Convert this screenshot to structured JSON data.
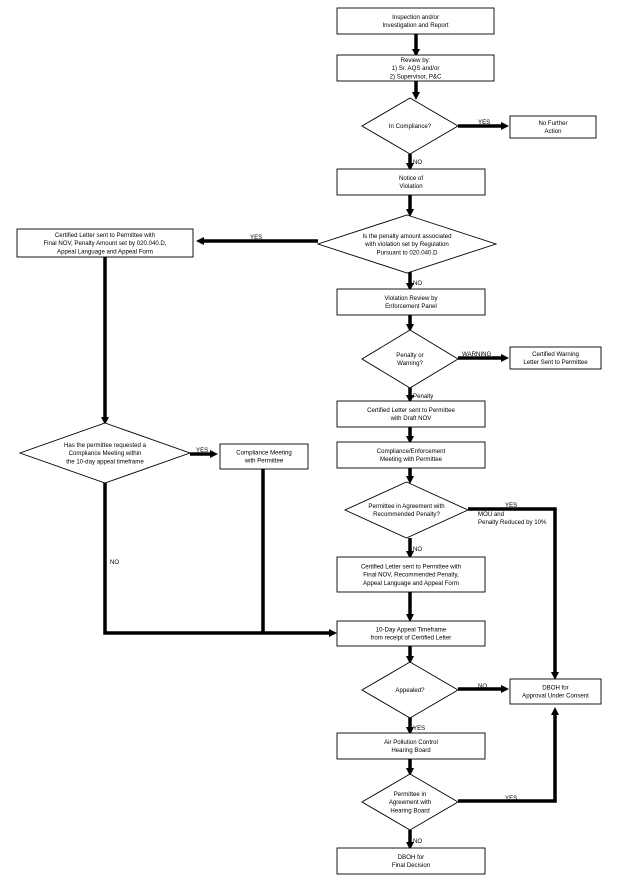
{
  "nodes": [
    {
      "id": "inspection",
      "shape": "box",
      "lines": [
        "Inspection and/or",
        "Investigation and Report"
      ]
    },
    {
      "id": "review",
      "shape": "box",
      "lines": [
        "Review by:",
        "1) Sr. AQS and/or",
        "2) Supervisor, P&C"
      ]
    },
    {
      "id": "in-compliance",
      "shape": "diamond",
      "lines": [
        "In Compliance?"
      ]
    },
    {
      "id": "no-further-action",
      "shape": "box",
      "lines": [
        "No Further",
        "Action"
      ]
    },
    {
      "id": "notice-of-violation",
      "shape": "box",
      "lines": [
        "Notice of",
        "Violation"
      ]
    },
    {
      "id": "penalty-regulation",
      "shape": "diamond",
      "lines": [
        "Is the penalty amount associated",
        "with violation set by Regulation",
        "Pursuant to 020.040.D"
      ]
    },
    {
      "id": "certified-letter-final-nov-amount",
      "shape": "box",
      "lines": [
        "Certified Letter sent to Permittee with",
        "Final NOV, Penalty Amount set by 020.040.D,",
        "Appeal Language and Appeal Form"
      ]
    },
    {
      "id": "violation-review",
      "shape": "box",
      "lines": [
        "Violation Review by",
        "Enforcement Panel"
      ]
    },
    {
      "id": "penalty-or-warning",
      "shape": "diamond",
      "lines": [
        "Penalty or",
        "Warning?"
      ]
    },
    {
      "id": "certified-warning-letter",
      "shape": "box",
      "lines": [
        "Certified Warning",
        "Letter Sent to Permittee"
      ]
    },
    {
      "id": "certified-letter-draft-nov",
      "shape": "box",
      "lines": [
        "Certified Letter sent to Permittee",
        "with Draft NOV"
      ]
    },
    {
      "id": "compliance-enforcement-meeting",
      "shape": "box",
      "lines": [
        "Compliance/Enforcement",
        "Meeting with Permittee"
      ]
    },
    {
      "id": "requested-compliance-meeting",
      "shape": "diamond",
      "lines": [
        "Has the permittee requested a",
        "Compliance Meeting within",
        "the 10-day appeal timeframe"
      ]
    },
    {
      "id": "compliance-meeting",
      "shape": "box",
      "lines": [
        "Compliance Meeting",
        "with Permittee"
      ]
    },
    {
      "id": "agreement-recommended-penalty",
      "shape": "diamond",
      "lines": [
        "Permittee in Agreement with",
        "Recommended Penalty?"
      ]
    },
    {
      "id": "certified-letter-final-nov-recommended",
      "shape": "box",
      "lines": [
        "Certified Letter sent to Permittee with",
        "Final NOV, Recommended Penalty,",
        "Appeal Language and Appeal Form"
      ]
    },
    {
      "id": "appeal-timeframe",
      "shape": "box",
      "lines": [
        "10-Day Appeal Timeframe",
        "from receipt of Certified Letter"
      ]
    },
    {
      "id": "appealed",
      "shape": "diamond",
      "lines": [
        "Appealed?"
      ]
    },
    {
      "id": "dboh-approval",
      "shape": "box",
      "lines": [
        "DBOH for",
        "Approval Under Consent"
      ]
    },
    {
      "id": "hearing-board",
      "shape": "box",
      "lines": [
        "Air Pollution Control",
        "Hearing Board"
      ]
    },
    {
      "id": "agreement-hearing-board",
      "shape": "diamond",
      "lines": [
        "Permittee in",
        "Agreement with",
        "Hearing Board"
      ]
    },
    {
      "id": "dboh-final-decision",
      "shape": "box",
      "lines": [
        "DBOH for",
        "Final Decision"
      ]
    }
  ],
  "edge_labels": [
    {
      "id": "label-yes-compliance",
      "lines": [
        "YES"
      ]
    },
    {
      "id": "label-no-compliance",
      "lines": [
        "NO"
      ]
    },
    {
      "id": "label-yes-regulation",
      "lines": [
        "YES"
      ]
    },
    {
      "id": "label-no-regulation",
      "lines": [
        "NO"
      ]
    },
    {
      "id": "label-warning",
      "lines": [
        "WARNING"
      ]
    },
    {
      "id": "label-penalty",
      "lines": [
        "Penalty"
      ]
    },
    {
      "id": "label-yes-meeting",
      "lines": [
        "YES"
      ]
    },
    {
      "id": "label-no-meeting",
      "lines": [
        "NO"
      ]
    },
    {
      "id": "label-yes-agreement",
      "lines": [
        "YES"
      ]
    },
    {
      "id": "label-mou",
      "lines": [
        "MOU and",
        "Penalty Reduced by 10%"
      ]
    },
    {
      "id": "label-no-agreement",
      "lines": [
        "NO"
      ]
    },
    {
      "id": "label-no-appealed",
      "lines": [
        "NO"
      ]
    },
    {
      "id": "label-yes-appealed",
      "lines": [
        "YES"
      ]
    },
    {
      "id": "label-yes-hearing",
      "lines": [
        "YES"
      ]
    },
    {
      "id": "label-no-hearing",
      "lines": [
        "NO"
      ]
    }
  ]
}
